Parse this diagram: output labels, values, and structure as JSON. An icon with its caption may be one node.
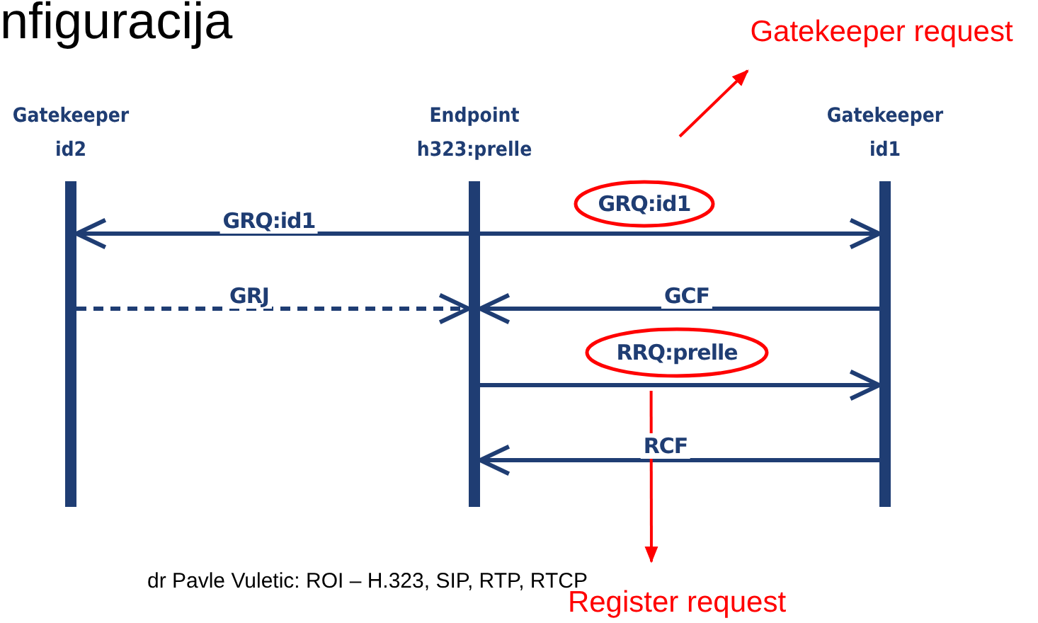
{
  "diagram": {
    "title": "nfiguracija",
    "caption": "dr Pavle Vuletic: ROI – H.323, SIP, RTP, RTCP",
    "nodes": [
      {
        "text": [
          "Gatekeeper id2"
        ]
      },
      {
        "text": [
          "Endpoint h323:prelle"
        ]
      },
      {
        "text": [
          "Gatekeeper id1"
        ]
      },
      {
        "text": [
          "Gatekeeper request"
        ]
      },
      {
        "text": [],
        "shape": "ellipse"
      },
      {
        "text": [
          "Register request"
        ]
      },
      {
        "text": [],
        "shape": "ellipse"
      }
    ],
    "edges": [
      {
        "from": 1,
        "to": 0,
        "arrow": "to",
        "label": "GRQ:id1"
      },
      {
        "from": 1,
        "to": 2,
        "arrow": "to",
        "label": "GRQ:id1"
      },
      {
        "from": 0,
        "to": 1,
        "arrow": "to",
        "label": "GRJ",
        "style": "dashed"
      },
      {
        "from": 2,
        "to": 1,
        "arrow": "to",
        "label": "GCF"
      },
      {
        "from": 1,
        "to": 2,
        "arrow": "to",
        "label": "RRQ:prelle"
      },
      {
        "from": 2,
        "to": 1,
        "arrow": "to",
        "label": "RCF"
      },
      {
        "from": 4,
        "to": 3,
        "arrow": "to",
        "color": "#ff0000"
      },
      {
        "from": 6,
        "to": 5,
        "arrow": "to",
        "color": "#ff0000"
      }
    ]
  }
}
